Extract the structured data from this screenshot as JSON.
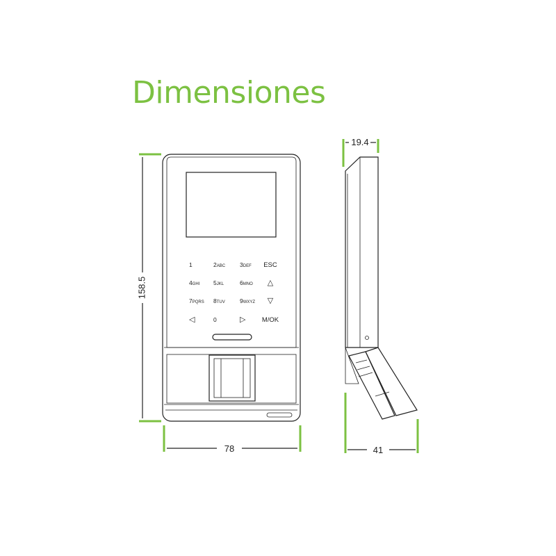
{
  "title": "Dimensiones",
  "dimensions": {
    "height": "158.5",
    "width": "78",
    "depth_top": "19.4",
    "depth_bottom": "41"
  },
  "keypad": {
    "rows": [
      [
        {
          "main": "1",
          "sub": ""
        },
        {
          "main": "2",
          "sub": "ABC"
        },
        {
          "main": "3",
          "sub": "DEF"
        },
        {
          "main": "ESC",
          "sub": ""
        }
      ],
      [
        {
          "main": "4",
          "sub": "GHI"
        },
        {
          "main": "5",
          "sub": "JKL"
        },
        {
          "main": "6",
          "sub": "MNO"
        },
        {
          "main": "△",
          "sub": ""
        }
      ],
      [
        {
          "main": "7",
          "sub": "PQRS"
        },
        {
          "main": "8",
          "sub": "TUV"
        },
        {
          "main": "9",
          "sub": "WXYZ"
        },
        {
          "main": "▽",
          "sub": ""
        }
      ],
      [
        {
          "main": "◁",
          "sub": ""
        },
        {
          "main": "0",
          "sub": ""
        },
        {
          "main": "▷",
          "sub": ""
        },
        {
          "main": "M/OK",
          "sub": ""
        }
      ]
    ]
  },
  "colors": {
    "accent": "#7cc142",
    "line": "#222222"
  }
}
